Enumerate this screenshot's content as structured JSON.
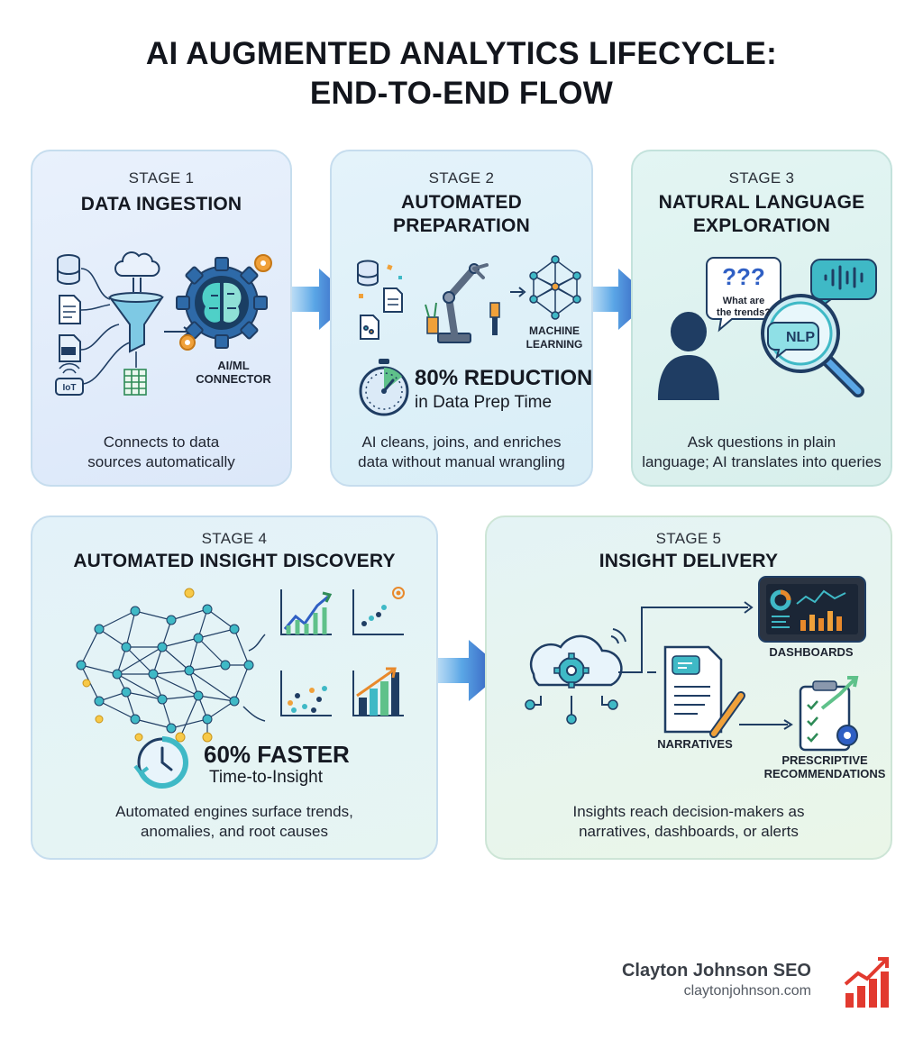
{
  "title": {
    "line1": "AI AUGMENTED ANALYTICS LIFECYCLE:",
    "line2": "END-TO-END FLOW"
  },
  "stages": [
    {
      "number": "STAGE 1",
      "heading": "DATA INGESTION",
      "labels": {
        "connector": "AI/ML\nCONNECTOR",
        "iot": "IoT"
      },
      "description": "Connects to data\nsources automatically"
    },
    {
      "number": "STAGE 2",
      "heading": "AUTOMATED\nPREPARATION",
      "labels": {
        "ml": "MACHINE\nLEARNING"
      },
      "stat": {
        "big": "80% REDUCTION",
        "small": "in Data Prep Time"
      },
      "description": "AI cleans, joins, and enriches\ndata without manual wrangling"
    },
    {
      "number": "STAGE 3",
      "heading": "NATURAL LANGUAGE\nEXPLORATION",
      "labels": {
        "question_marks": "???",
        "question": "What are\nthe trends?",
        "nlp": "NLP"
      },
      "description": "Ask questions in plain\nlanguage; AI translates into queries"
    },
    {
      "number": "STAGE 4",
      "heading": "AUTOMATED INSIGHT DISCOVERY",
      "stat": {
        "big": "60% FASTER",
        "small": "Time-to-Insight"
      },
      "description": "Automated engines surface trends,\nanomalies, and root causes"
    },
    {
      "number": "STAGE 5",
      "heading": "INSIGHT DELIVERY",
      "labels": {
        "dashboards": "DASHBOARDS",
        "narratives": "NARRATIVES",
        "recommendations": "PRESCRIPTIVE\nRECOMMENDATIONS"
      },
      "description": "Insights reach decision-makers as\nnarratives, dashboards, or alerts"
    }
  ],
  "brand": {
    "name": "Clayton Johnson SEO",
    "url": "claytonjohnson.com"
  },
  "colors": {
    "navy": "#1f3d63",
    "arrow": "#2f5fc4",
    "teal": "#3fb9c6",
    "accent_red": "#e23a2f",
    "orange": "#e8892b"
  }
}
